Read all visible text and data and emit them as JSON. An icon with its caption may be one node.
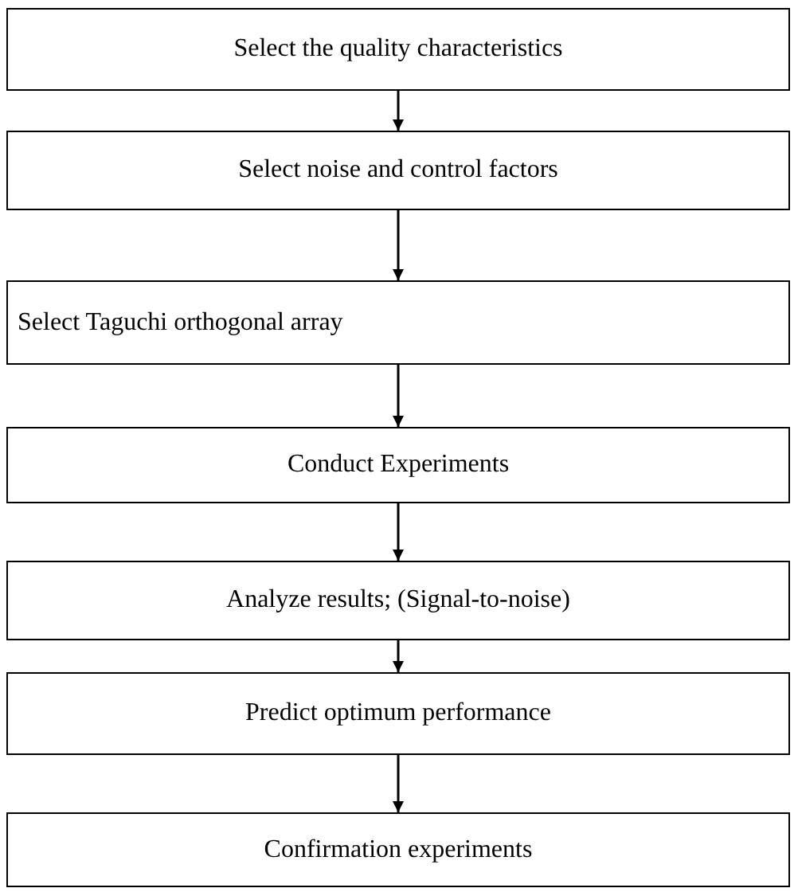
{
  "diagram": {
    "nodes": [
      {
        "text": [
          "Select the quality characteristics"
        ]
      },
      {
        "text": [
          "Select noise and control factors"
        ]
      },
      {
        "text": [
          "Select Taguchi orthogonal array"
        ]
      },
      {
        "text": [
          "Conduct Experiments"
        ]
      },
      {
        "text": [
          "Analyze results; (Signal-to-noise)"
        ]
      },
      {
        "text": [
          "Predict optimum performance"
        ]
      },
      {
        "text": [
          "Confirmation experiments"
        ]
      }
    ],
    "edges": [
      {
        "from": 0,
        "to": 1,
        "arrow": "to"
      },
      {
        "from": 1,
        "to": 2,
        "arrow": "to"
      },
      {
        "from": 2,
        "to": 3,
        "arrow": "to"
      },
      {
        "from": 3,
        "to": 4,
        "arrow": "to"
      },
      {
        "from": 4,
        "to": 5,
        "arrow": "to"
      },
      {
        "from": 5,
        "to": 6,
        "arrow": "to"
      }
    ]
  }
}
